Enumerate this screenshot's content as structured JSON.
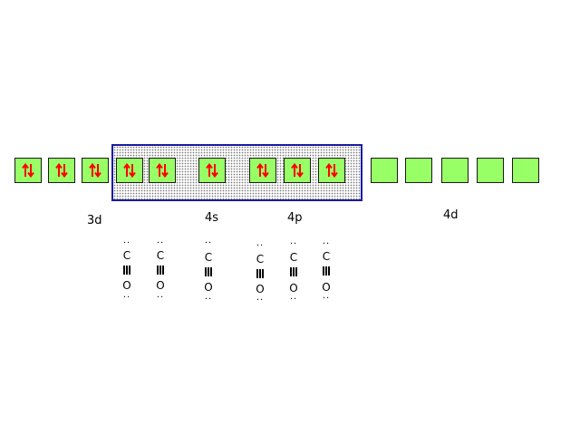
{
  "labels": {
    "3d": "3d",
    "4s": "4s",
    "4p": "4p",
    "4d": "4d"
  },
  "orbitals": [
    {
      "group": "3d",
      "electrons": "paired"
    },
    {
      "group": "3d",
      "electrons": "paired"
    },
    {
      "group": "3d",
      "electrons": "paired"
    },
    {
      "group": "3d",
      "electrons": "paired"
    },
    {
      "group": "3d",
      "electrons": "paired"
    },
    {
      "group": "4s",
      "electrons": "paired"
    },
    {
      "group": "4p",
      "electrons": "paired"
    },
    {
      "group": "4p",
      "electrons": "paired"
    },
    {
      "group": "4p",
      "electrons": "paired"
    },
    {
      "group": "4d",
      "electrons": "empty"
    },
    {
      "group": "4d",
      "electrons": "empty"
    },
    {
      "group": "4d",
      "electrons": "empty"
    },
    {
      "group": "4d",
      "electrons": "empty"
    },
    {
      "group": "4d",
      "electrons": "empty"
    }
  ],
  "ligands": [
    {
      "top_atom": "C",
      "bond": "≡",
      "bottom_atom": "O",
      "lone_pair": "··"
    },
    {
      "top_atom": "C",
      "bond": "≡",
      "bottom_atom": "O",
      "lone_pair": "··"
    },
    {
      "top_atom": "C",
      "bond": "≡",
      "bottom_atom": "O",
      "lone_pair": "··"
    },
    {
      "top_atom": "C",
      "bond": "≡",
      "bottom_atom": "O",
      "lone_pair": "··"
    },
    {
      "top_atom": "C",
      "bond": "≡",
      "bottom_atom": "O",
      "lone_pair": "··"
    },
    {
      "top_atom": "C",
      "bond": "≡",
      "bottom_atom": "O",
      "lone_pair": "··"
    }
  ],
  "colors": {
    "orbital_fill": "#99ff66",
    "electron_arrow": "#ff0000",
    "hybrid_border": "#1a1aa0"
  }
}
